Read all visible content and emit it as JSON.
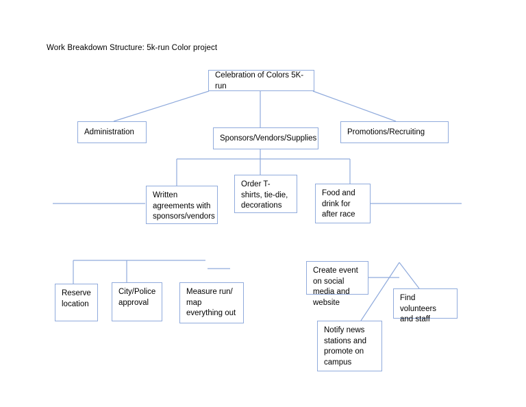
{
  "diagram": {
    "title": "Work Breakdown Structure: 5k-run Color project",
    "line_color": "#8faadc",
    "text_color": "#000000",
    "background": "#ffffff",
    "nodes": {
      "root": "Celebration of Colors 5K-run",
      "administration": "Administration",
      "sponsors": "Sponsors/Vendors/Supplies",
      "promotions": "Promotions/Recruiting",
      "written_agreements": "Written agreements with sponsors/vendors",
      "order_tshirts": "Order T-shirts, tie-die, decorations",
      "food_drink": "Food and drink for after race",
      "reserve_location": "Reserve location",
      "city_police": "City/Police approval",
      "measure_run": "Measure run/ map everything out",
      "create_event": "Create event on social media and website",
      "notify_news": "Notify news stations and promote on campus",
      "find_volunteers": "Find volunteers and staff"
    }
  }
}
